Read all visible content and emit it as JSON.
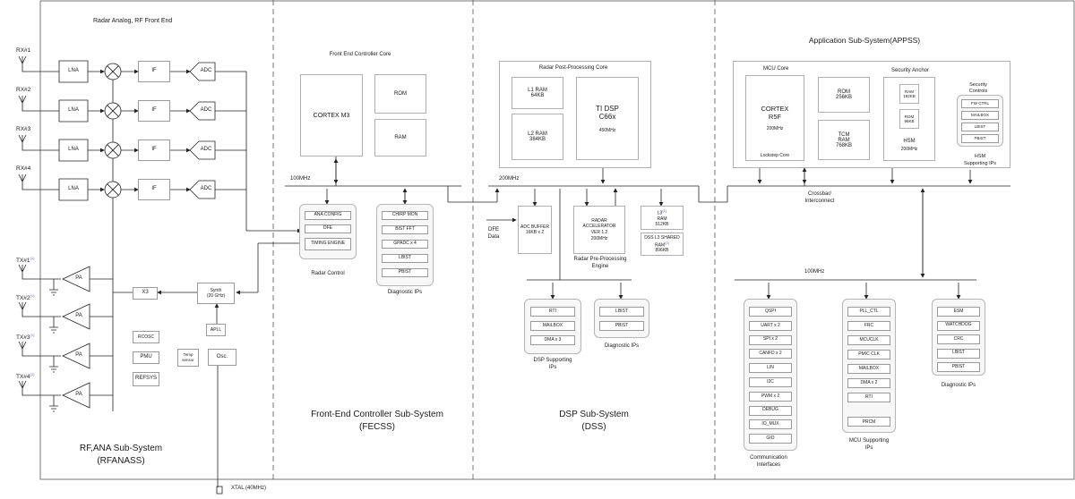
{
  "rf": {
    "title": "Radar Analog, RF Front End",
    "rx": [
      "RX#1",
      "RX#2",
      "RX#3",
      "RX#4"
    ],
    "tx": [
      "TX#1",
      "TX#2",
      "TX#3",
      "TX#4"
    ],
    "lna": "LNA",
    "if": "IF",
    "adc": "ADC",
    "pa": "PA",
    "x3": "X3",
    "synth": [
      "Synth",
      "(20 GHz)"
    ],
    "apll": "APLL",
    "rcosc": "RCOSC",
    "pmu": "PMU",
    "refsys": "REFSYS",
    "temp": [
      "Temp",
      "sensor"
    ],
    "osc": "Osc.",
    "xtal": "XTAL (40MHz)",
    "subsystem": [
      "RF,ANA Sub-System",
      "(RFANASS)"
    ]
  },
  "fecss": {
    "core_title": "Front End Controller Core",
    "cortex": "CORTEX M3",
    "rom": "ROM",
    "ram": "RAM",
    "bus": "100MHz",
    "radar_control_items": [
      "ANA CONFIG",
      "DFE",
      "TIMING ENGINE"
    ],
    "radar_control_label": "Radar Control",
    "diag_items": [
      "CHIRP MON",
      "BIST FFT",
      "GPADC x 4",
      "LBIST",
      "PBIST"
    ],
    "diag_label": "Diagnostic IPs",
    "subsystem": [
      "Front-End Controller Sub-System",
      "(FECSS)"
    ]
  },
  "dss": {
    "core_title": "Radar Post-Processing Core",
    "l1": [
      "L1 RAM",
      "64KB"
    ],
    "l2": [
      "L2 RAM",
      "384KB"
    ],
    "dsp": [
      "TI DSP",
      "C66x"
    ],
    "dsp_freq": "450MHz",
    "bus": "200MHz",
    "dfe": [
      "DFE",
      "Data"
    ],
    "adc_buffer": [
      "ADC BUFFER",
      "16KB x 2"
    ],
    "accel": [
      "RADAR",
      "ACCELERATOR",
      "VER 1.2",
      "200MHz"
    ],
    "l3": [
      "L3",
      "RAM",
      "512KB"
    ],
    "dss_l3": [
      "DSS L3 SHARED",
      "RAM",
      "896KB"
    ],
    "ppe": [
      "Radar Pre-Processing",
      "Engine"
    ],
    "support_items": [
      "RTI",
      "MAILBOX",
      "DMA x 3"
    ],
    "support_label": [
      "DSP Supporting",
      "IPs"
    ],
    "diag_items": [
      "LBIST",
      "PBIST"
    ],
    "diag_label": "Diagnostic IPs",
    "subsystem": [
      "DSP Sub-System",
      "(DSS)"
    ]
  },
  "apss": {
    "title": "Application Sub-System(APPSS)",
    "mcu_core": "MCU Core",
    "cortex": [
      "CORTEX",
      "R5F"
    ],
    "cortex_freq": "200MHz",
    "lockstep": "Lockstep Core",
    "rom": [
      "ROM",
      "256KB"
    ],
    "tcm": [
      "TCM",
      "RAM",
      "768KB"
    ],
    "security_anchor": "Security Anchor",
    "ram": [
      "RAM",
      "192KB"
    ],
    "rom_s": [
      "ROM",
      "96KB"
    ],
    "hsm": [
      "HSM",
      "200MHz"
    ],
    "security_controls": [
      "Security",
      "Controls"
    ],
    "hsm_items": [
      "FW CTRL",
      "MAILBOX",
      "LBIST",
      "PBIST"
    ],
    "hsm_label": [
      "HSM",
      "Supporting IPs"
    ],
    "crossbar": [
      "Crossbar/",
      "Interconnect"
    ],
    "bus": "100MHz",
    "comm_items": [
      "QSPI",
      "UART x 2",
      "SPI x 2",
      "CANFD x 2",
      "LIN",
      "I2C",
      "PWM x 2",
      "DEBUG",
      "IO_MUX",
      "GIO"
    ],
    "comm_label": [
      "Communication",
      "Interfaces"
    ],
    "mcu_items": [
      "PLL_CTL",
      "FRC",
      "MCUCLK",
      "PMIC CLK",
      "MAILBOX",
      "DMA x 2",
      "RTI",
      "PRCM"
    ],
    "mcu_label": [
      "MCU Supporting",
      "IPs"
    ],
    "diag_items": [
      "ESM",
      "WATCHDOG",
      "CRC",
      "LBIST",
      "PBIST"
    ],
    "diag_label": "Diagnostic IPs"
  }
}
